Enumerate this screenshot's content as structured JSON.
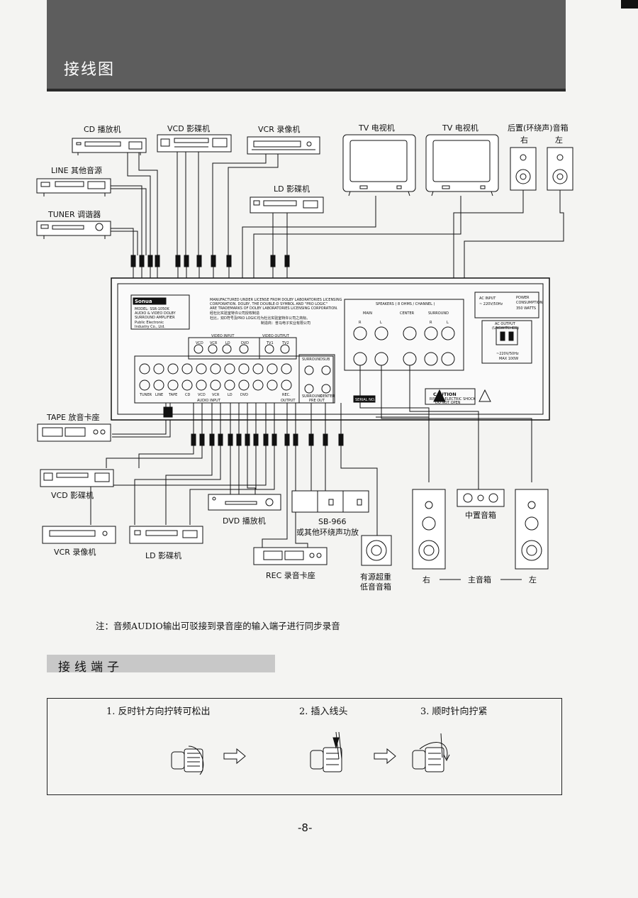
{
  "header": {
    "title": "接线图"
  },
  "sources_left": {
    "cd": "CD  播放机",
    "vcd": "VCD 影碟机",
    "vcr": "VCR 录像机",
    "line": "LINE 其他音源",
    "tuner": "TUNER 调谐器",
    "ld": "LD 影碟机",
    "tv1": "TV 电视机",
    "tv2": "TV 电视机",
    "rear": "后置(环绕声)音箱",
    "rear_r": "右",
    "rear_l": "左"
  },
  "amplifier": {
    "brand": "Sonua",
    "model_lines": [
      "MODEL: SSR-1050K",
      "AUDIO & VIDEO DOLBY",
      "SURROUND AMPLIFIER",
      "Public Electronic",
      "Industry Co., Ltd."
    ],
    "license_lines": [
      "MANUFACTURED UNDER LICENSE FROM DOLBY LABORATORIES LICENSING",
      "CORPORATION. DOLBY, THE DOUBLE-D SYMBOL AND \"PRO LOGIC\"",
      "ARE TRADEMARKS OF DOLBY LABORATORIES LICENSING CORPORATION.",
      "经杜比实验室特许公司授权制造",
      "杜比，双D符号及PRO LOGIC均为杜比实验室特许公司之商标。",
      "制造商：普马电子实业有限公司"
    ],
    "video_input": "VIDEO INPUT",
    "video_output": "VIDEO OUTPUT",
    "video_in_jacks": [
      "VCD",
      "VCR",
      "LD",
      "DVD"
    ],
    "video_out_jacks": [
      "TV1",
      "TV2"
    ],
    "audio_input": "AUDIO INPUT",
    "audio_jacks": [
      "TUNER",
      "LINE",
      "TAPE",
      "CD",
      "VCD",
      "VCR",
      "LD",
      "DVD",
      "REC."
    ],
    "output": "OUTPUT",
    "pre_out": "PRE OUT",
    "pre_out_jacks": [
      "SURROUND",
      "SUB",
      "SURROUND",
      "CENTER"
    ],
    "speakers": "SPEAKERS ( 8 OHMS / CHANNEL )",
    "speaker_groups": [
      "MAIN",
      "CENTER",
      "SURROUND"
    ],
    "rl": [
      "R",
      "L",
      "R",
      "L"
    ],
    "ac_input": [
      "AC INPUT",
      "~ 220V/50Hz"
    ],
    "power_consumption": [
      "POWER",
      "CONSUMPTION",
      "350 WATTS"
    ],
    "ac_output": [
      "AC OUTPUT",
      "(UNSWITCHED)"
    ],
    "ac_output_rating": [
      "~220V/50Hz",
      "MAX 100W"
    ],
    "serial": "SERIAL NO.",
    "caution": "CAUTION",
    "caution_sub": [
      "RISK OF ELECTRIC SHOCK",
      "DO NOT OPEN"
    ]
  },
  "devices_bottom": {
    "tape": "TAPE 放音卡座",
    "vcd": "VCD 影碟机",
    "vcr": "VCR 录像机",
    "ld": "LD 影碟机",
    "dvd": "DVD 播放机",
    "sb": "SB-966",
    "sb_desc": "或其他环绕声功放",
    "rec": "REC 录音卡座",
    "sub_l1": "有源超重",
    "sub_l2": "低音音箱",
    "center": "中置音箱",
    "main_r": "右",
    "main": "主音箱",
    "main_l": "左"
  },
  "note": "注：音频AUDIO输出可驳接到录音座的输入端子进行同步录音",
  "section": {
    "title": "接线端子"
  },
  "steps": [
    "1.  反时针方向拧转可松出",
    "2.  插入线头",
    "3.  顺时针向拧紧"
  ],
  "page_number": "-8-"
}
